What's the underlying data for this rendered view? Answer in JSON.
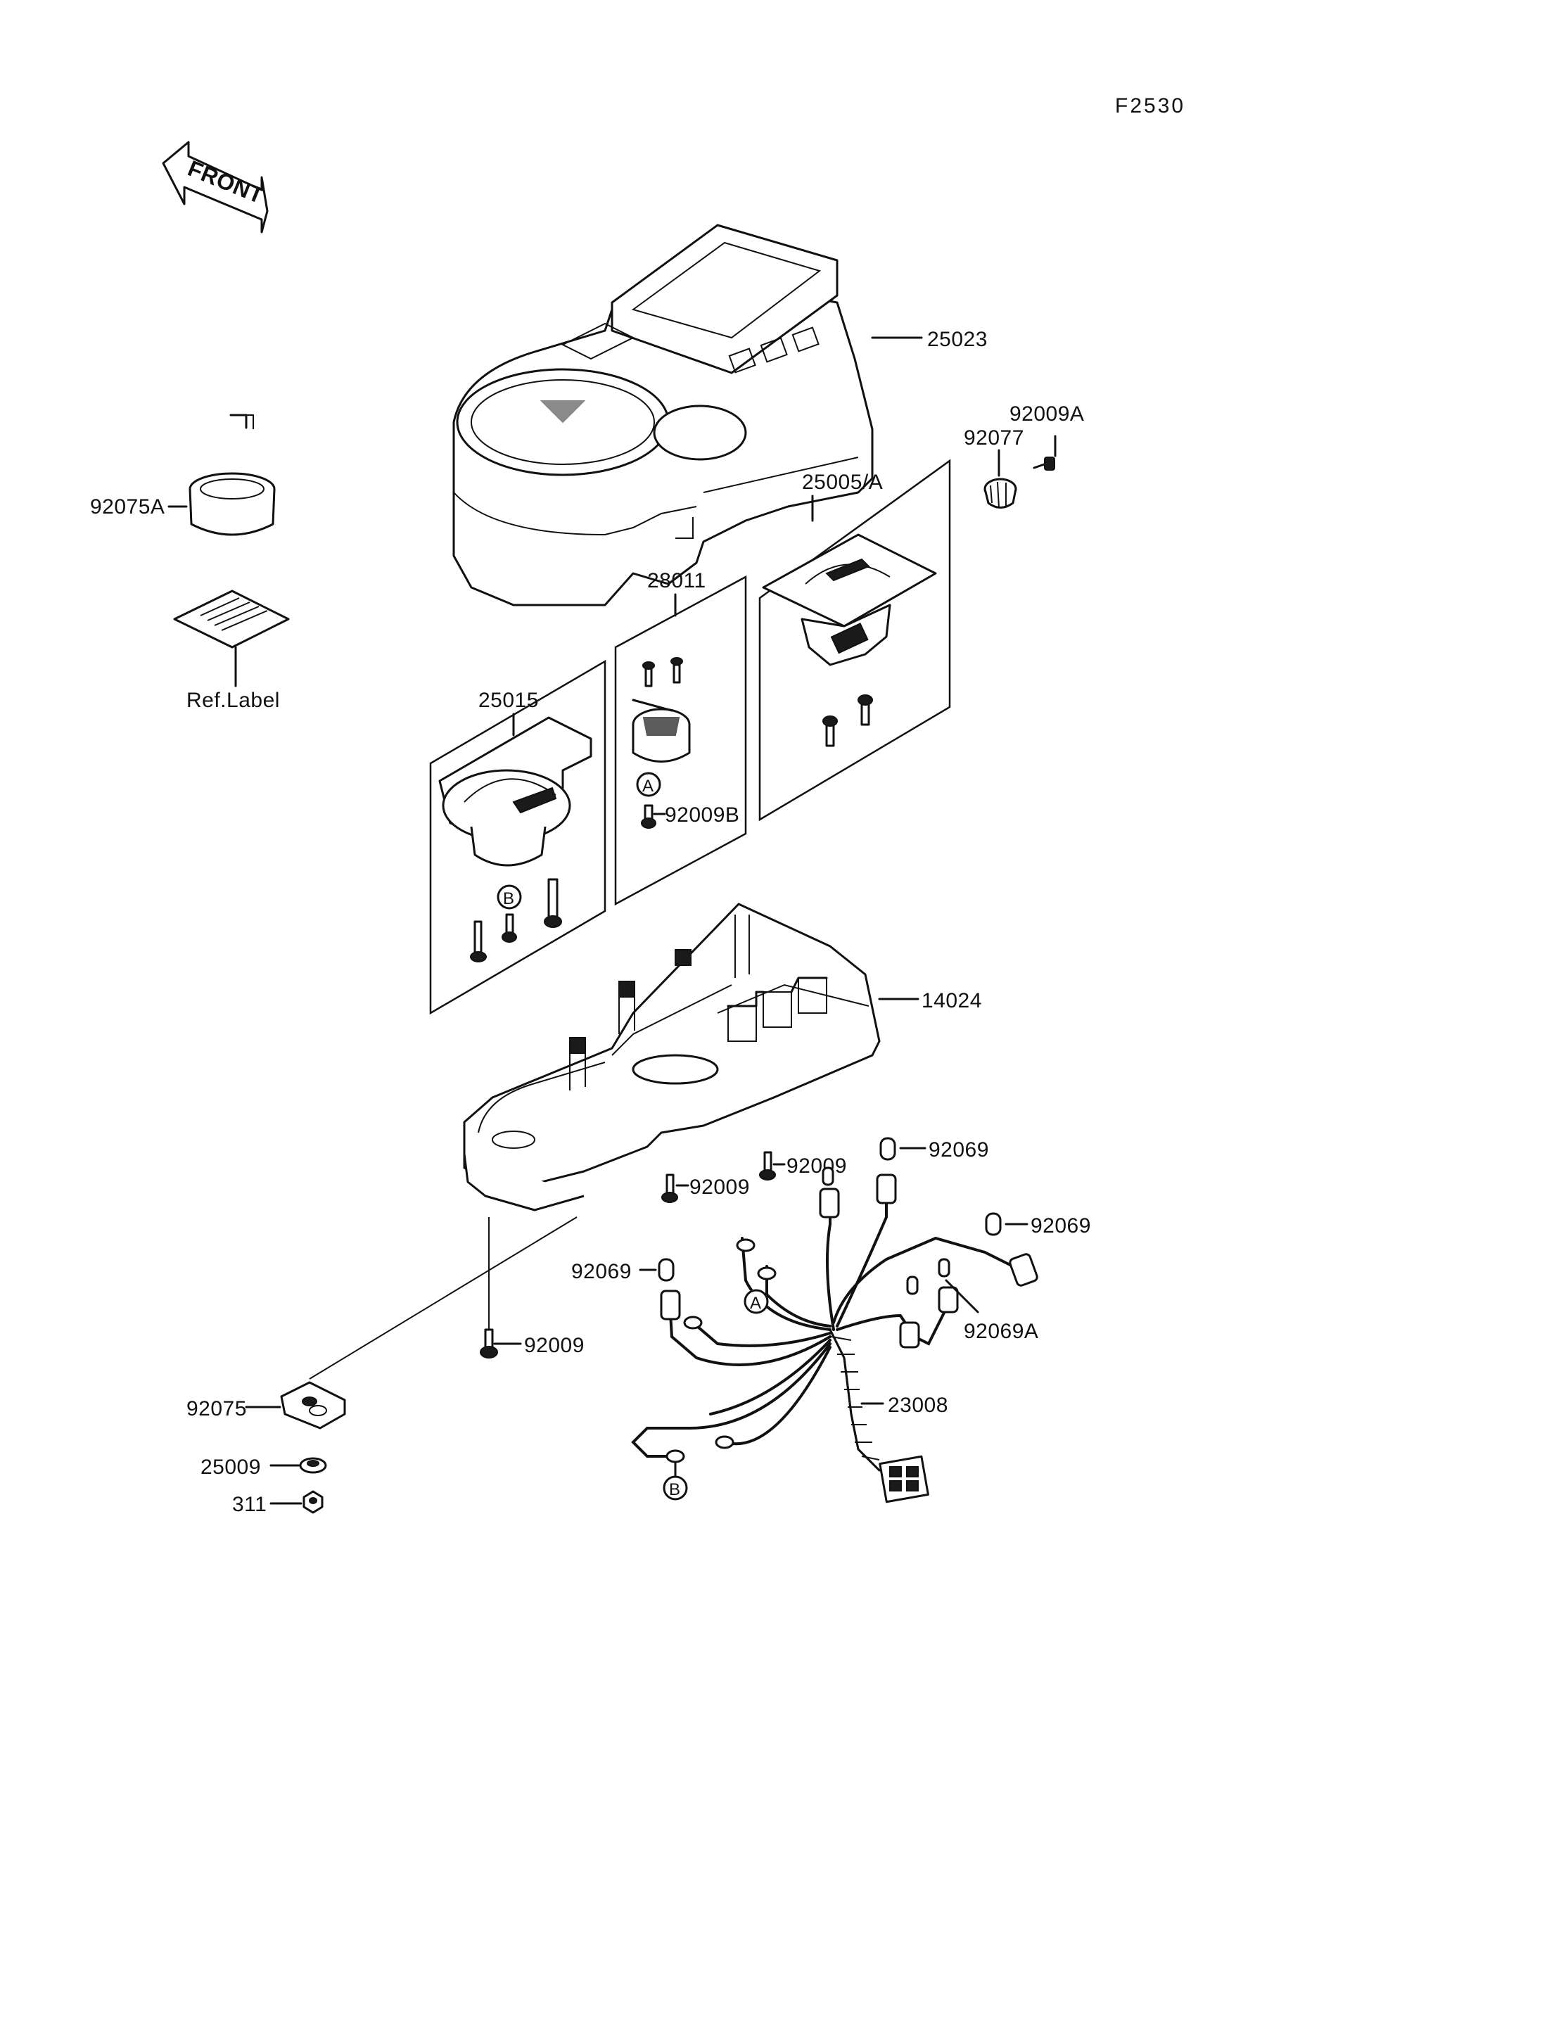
{
  "diagram_code": "F2530",
  "front_label": "FRONT",
  "ref_label": "Ref.Label",
  "callouts": {
    "A": "A",
    "B": "B"
  },
  "parts": {
    "p25023": "25023",
    "p92009A": "92009A",
    "p92077": "92077",
    "p25005A": "25005/A",
    "p92075A": "92075A",
    "p28011": "28011",
    "p25015": "25015",
    "p92009B": "92009B",
    "p14024": "14024",
    "p92069_top": "92069",
    "p92009_mid_right": "92009",
    "p92009_mid_left": "92009",
    "p92069_right": "92069",
    "p92069_left": "92069",
    "p92069A": "92069A",
    "p92009_low": "92009",
    "p23008": "23008",
    "p92075": "92075",
    "p25009": "25009",
    "p311": "311"
  }
}
